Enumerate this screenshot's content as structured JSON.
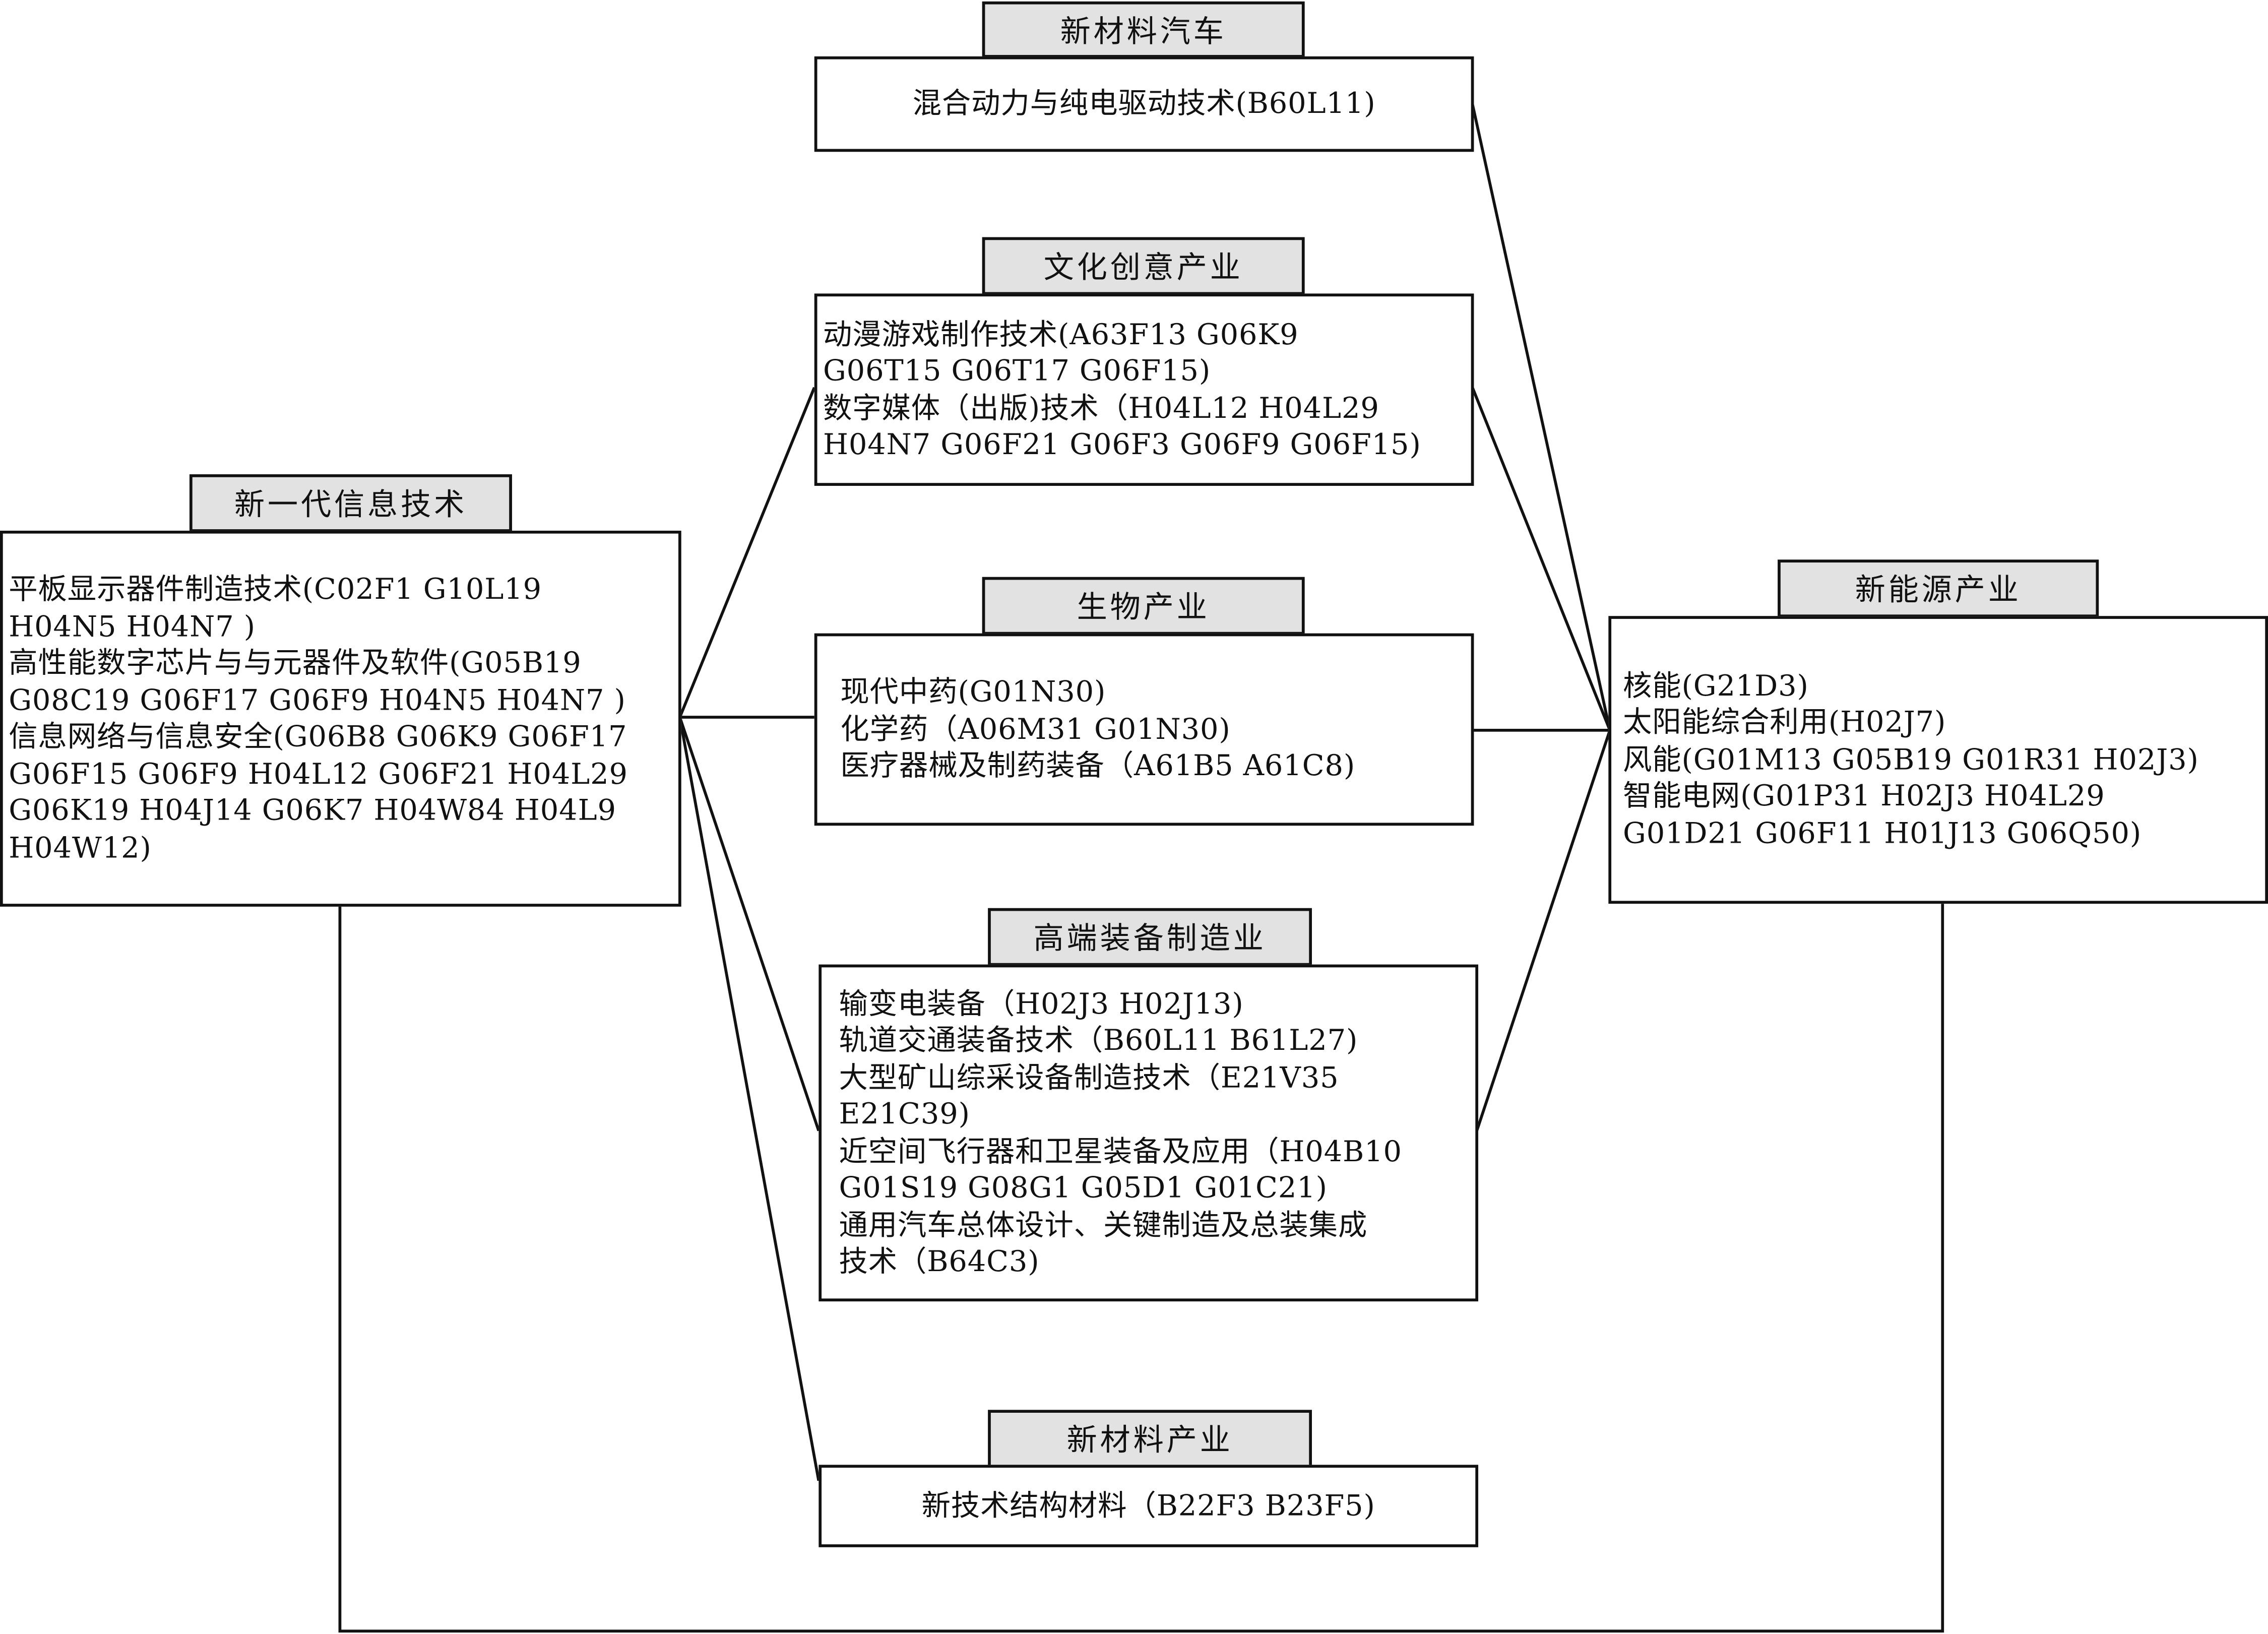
{
  "nodes": {
    "car": {
      "category": "新材料汽车",
      "lines": [
        "混合动力与纯电驱动技术(B60L11)"
      ]
    },
    "culture": {
      "category": "文化创意产业",
      "lines": [
        "动漫游戏制作技术(A63F13  G06K9",
        "G06T15  G06T17  G06F15)",
        "数字媒体（出版)技术（H04L12  H04L29",
        " H04N7  G06F21  G06F3  G06F9  G06F15)"
      ]
    },
    "bio": {
      "category": "生物产业",
      "lines": [
        "现代中药(G01N30)",
        "化学药（A06M31  G01N30)",
        "医疗器械及制药装备（A61B5  A61C8)"
      ]
    },
    "equip": {
      "category": "高端装备制造业",
      "lines": [
        "输变电装备（H02J3  H02J13)",
        "轨道交通装备技术（B60L11  B61L27)",
        "大型矿山综采设备制造技术（E21V35",
        "E21C39)",
        "近空间飞行器和卫星装备及应用（H04B10",
        " G01S19  G08G1  G05D1  G01C21)",
        "通用汽车总体设计、关键制造及总装集成",
        "技术（B64C3)"
      ]
    },
    "material": {
      "category": "新材料产业",
      "lines": [
        "新技术结构材料（B22F3  B23F5)"
      ]
    },
    "it": {
      "category": "新一代信息技术",
      "lines": [
        "平板显示器件制造技术(C02F1  G10L19",
        "H04N5  H04N7 )",
        "高性能数字芯片与与元器件及软件(G05B19",
        "G08C19  G06F17  G06F9  H04N5  H04N7 )",
        "信息网络与信息安全(G06B8  G06K9  G06F17",
        "G06F15  G06F9  H04L12  G06F21  H04L29",
        "G06K19  H04J14  G06K7  H04W84  H04L9",
        "H04W12)"
      ]
    },
    "energy": {
      "category": "新能源产业",
      "lines": [
        "核能(G21D3)",
        "太阳能综合利用(H02J7)",
        "风能(G01M13  G05B19  G01R31  H02J3)",
        "智能电网(G01P31  H02J3  H04L29",
        "G01D21  G06F11  H01J13  G06Q50)"
      ]
    }
  }
}
